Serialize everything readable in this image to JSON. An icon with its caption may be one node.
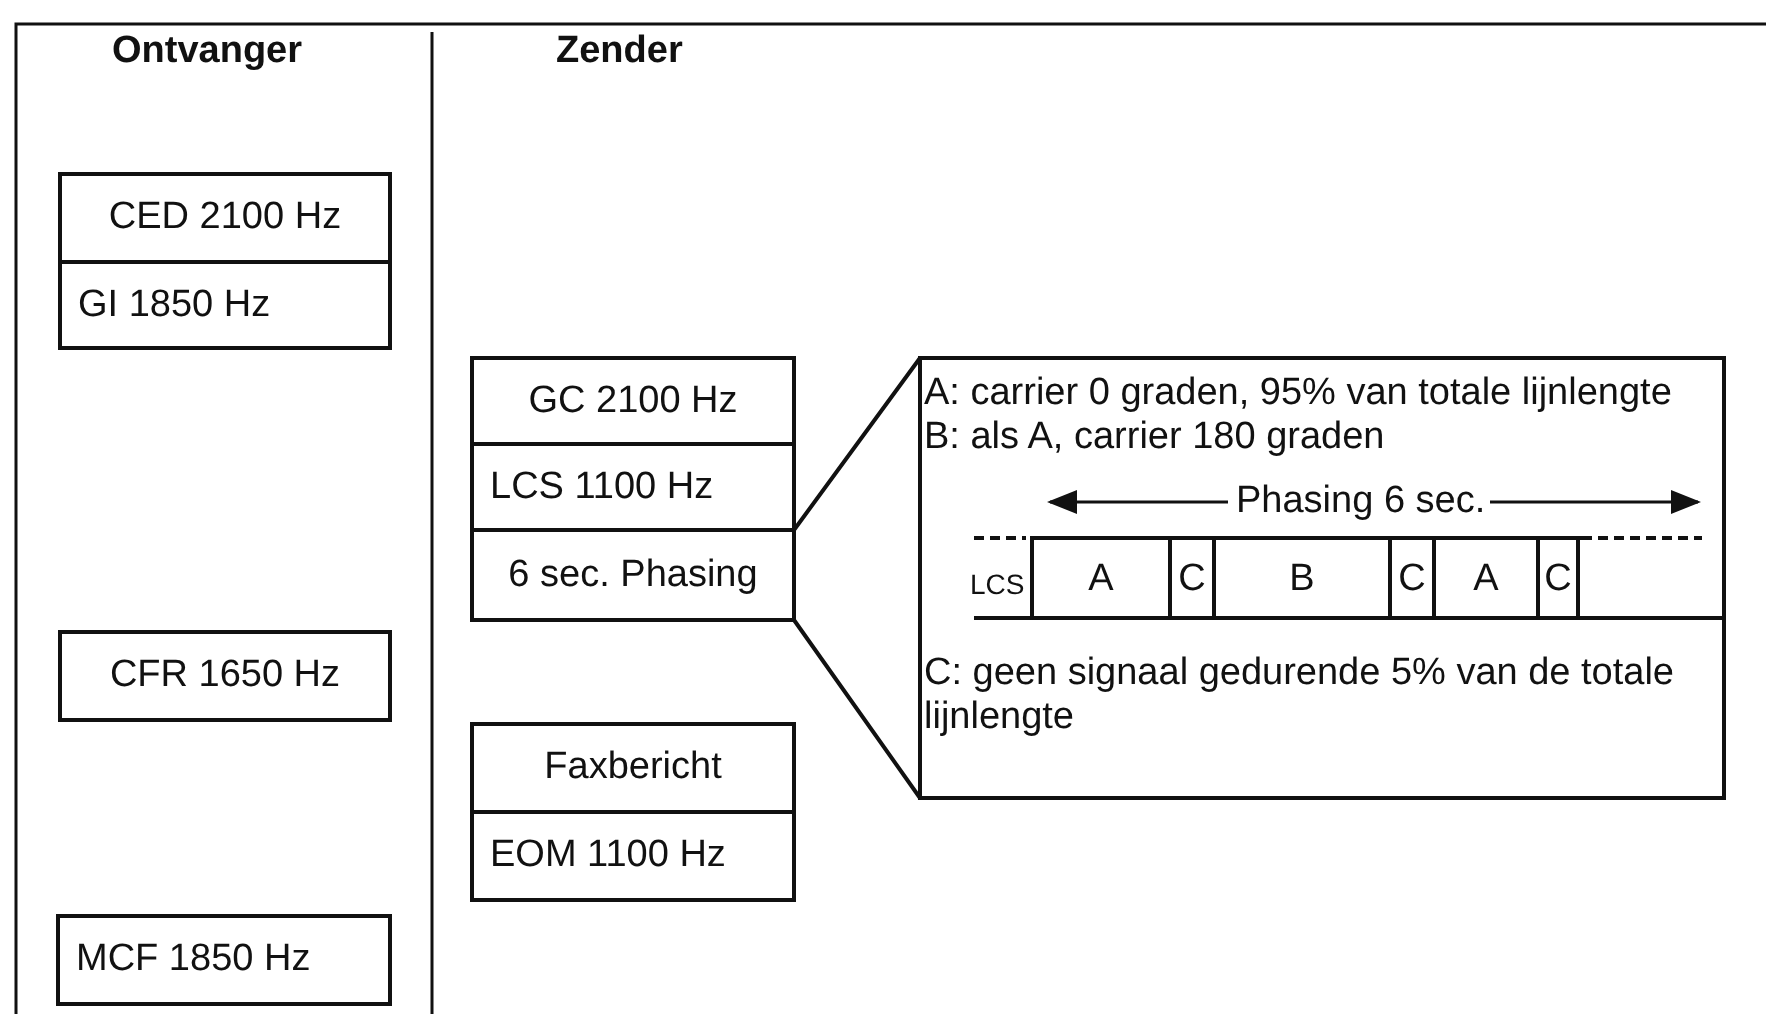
{
  "diagram": {
    "nodes": [
      {
        "text": [
          "CED 2100 Hz"
        ]
      },
      {
        "text": [
          "GI 1850 Hz"
        ]
      },
      {
        "text": [
          "GC 2100 Hz"
        ]
      },
      {
        "text": [
          "LCS 1100 Hz"
        ]
      },
      {
        "text": [
          "6 sec. Phasing"
        ]
      },
      {
        "text": [
          "CFR 1650 Hz"
        ]
      },
      {
        "text": [
          "Faxbericht"
        ]
      },
      {
        "text": [
          "EOM 1100 Hz"
        ]
      },
      {
        "text": [
          "MCF 1850 Hz"
        ]
      },
      {
        "text": [
          "A: carrier 0 graden, 95% van totale lijnlengte",
          "B: als A, carrier 180 graden",
          "C: geen signaal gedurende 5% van de totale lijnlengte"
        ]
      },
      {
        "text": [
          "A"
        ],
        "in": 9
      },
      {
        "text": [
          "C"
        ],
        "in": 9
      },
      {
        "text": [
          "B"
        ],
        "in": 9
      },
      {
        "text": [
          "C"
        ],
        "in": 9
      },
      {
        "text": [
          "A"
        ],
        "in": 9
      },
      {
        "text": [
          "C"
        ],
        "in": 9
      }
    ],
    "edges": [
      {
        "from": 4,
        "to": 9,
        "arrow": "none"
      }
    ],
    "labels": [
      "Ontvanger",
      "Zender",
      "Phasing 6 sec.",
      "LCS"
    ]
  }
}
